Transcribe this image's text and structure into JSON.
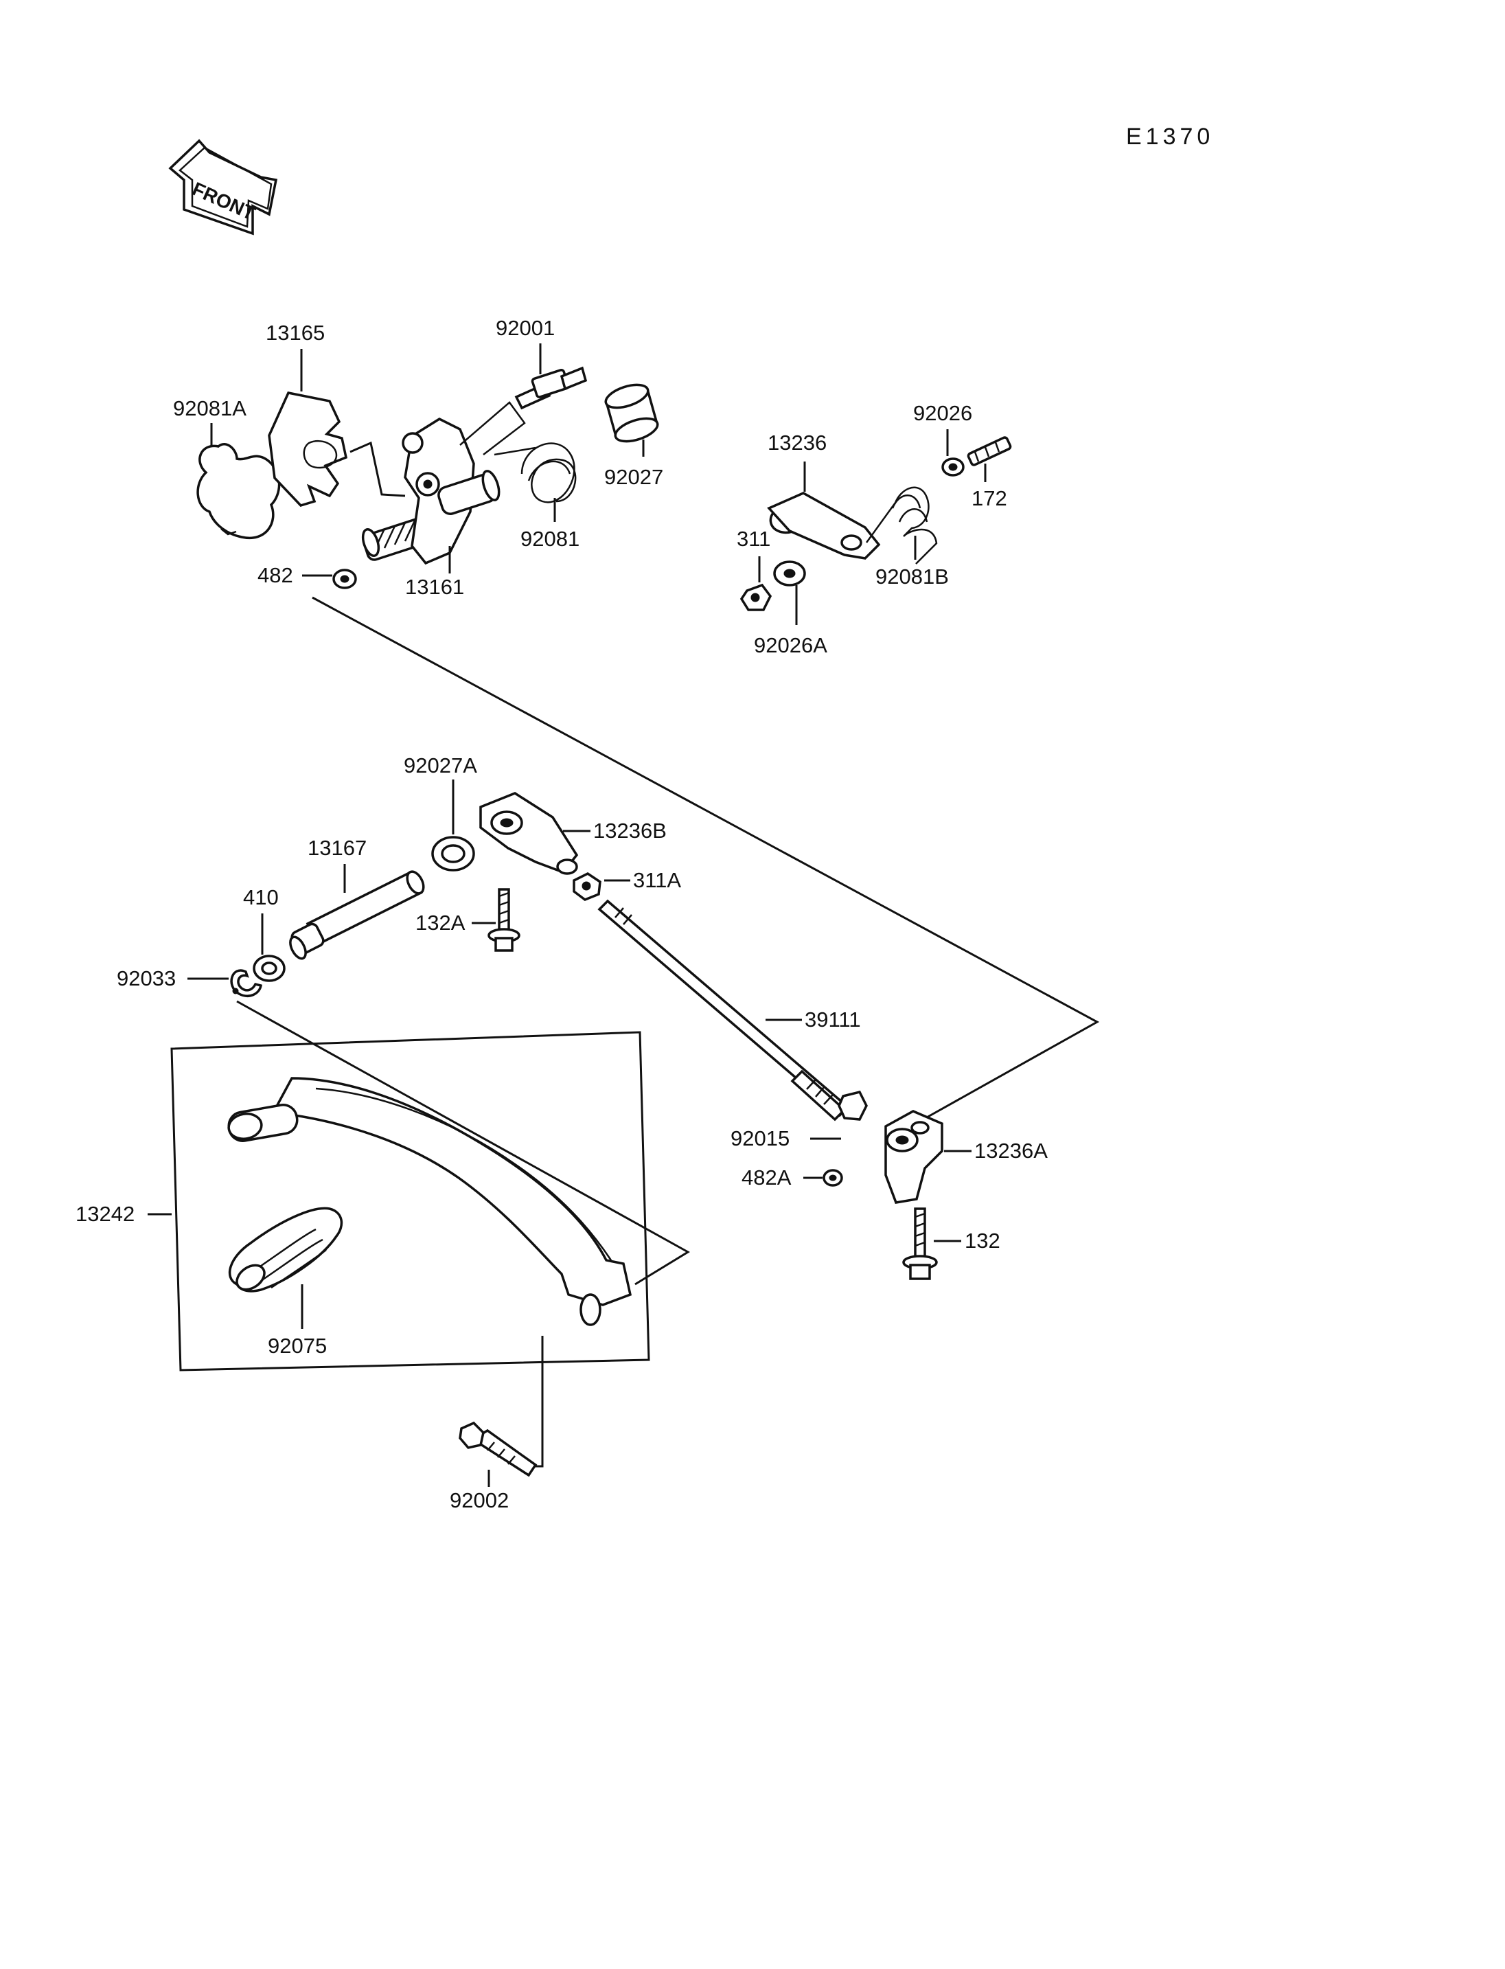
{
  "diagram": {
    "code": "E1370",
    "front_label": "FRONT",
    "labels": {
      "p13165": "13165",
      "p92001": "92001",
      "p92081A": "92081A",
      "p92027": "92027",
      "p92081": "92081",
      "p482": "482",
      "p13161": "13161",
      "p13236": "13236",
      "p92026": "92026",
      "p172": "172",
      "p311": "311",
      "p92081B": "92081B",
      "p92026A": "92026A",
      "p92027A": "92027A",
      "p13236B": "13236B",
      "p13167": "13167",
      "p311A": "311A",
      "p410": "410",
      "p132A": "132A",
      "p92033": "92033",
      "p39111": "39111",
      "p92015": "92015",
      "p13236A": "13236A",
      "p482A": "482A",
      "p13242": "13242",
      "p132": "132",
      "p92075": "92075",
      "p92002": "92002"
    }
  }
}
